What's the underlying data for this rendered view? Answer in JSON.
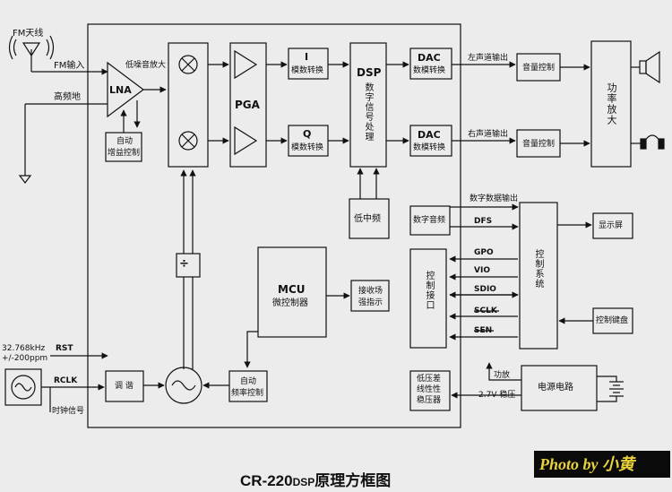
{
  "colors": {
    "background": "#ececec",
    "line": "#111111",
    "watermark_bg": "#0a0a0a",
    "watermark_fg": "#e8d23c"
  },
  "icons": [
    "antenna-icon",
    "crystal-oscillator-icon",
    "mixer-icon",
    "amplifier-triangle-icon",
    "vco-icon",
    "divider-icon",
    "speaker-icon",
    "headphone-icon",
    "battery-icon"
  ],
  "labels": {
    "fm_antenna": "FM天线",
    "fm_input": "FM输入",
    "rf_ground": "高频地",
    "lna_text": "低噪音放大",
    "lna": "LNA",
    "agc_line1": "自动",
    "agc_line2": "增益控制",
    "pga": "PGA",
    "i_label": "I",
    "i_adc": "模数转换",
    "q_label": "Q",
    "q_adc": "模数转换",
    "dsp": "DSP",
    "dsp_sub": "数字信号处理",
    "dac_left": "DAC",
    "dac_left_sub": "数模转换",
    "dac_right": "DAC",
    "dac_right_sub": "数模转换",
    "left_out": "左声道输出",
    "right_out": "右声道输出",
    "vol_left": "音量控制",
    "vol_right": "音量控制",
    "power_amp": "功率放大",
    "low_if": "低中频",
    "digital_audio": "数字音频",
    "digital_data_out": "数字数据输出",
    "dfs": "DFS",
    "gpo": "GPO",
    "vio": "VIO",
    "sdio": "SDIO",
    "sclk": "SCLK",
    "sen": "SEN",
    "ctrl_interface": "控制接口",
    "ctrl_system": "控制系统",
    "display": "显示屏",
    "keyboard": "控制键盘",
    "mcu": "MCU",
    "mcu_sub": "微控制器",
    "rssi_line1": "接收场",
    "rssi_line2": "强指示",
    "freq": "32.768kHz",
    "tol": "+/-200ppm",
    "rst": "RST",
    "rclk": "RCLK",
    "clock_signal": "时钟信号",
    "tune": "调  谐",
    "afc_line1": "自动",
    "afc_line2": "频率控制",
    "ldo_line1": "低压差",
    "ldo_line2": "线性性",
    "ldo_line3": "稳压器",
    "amp_power": "功放",
    "reg_27v": "2.7V 稳压",
    "power_circuit": "电源电路",
    "div_symbol": "÷",
    "title_main": "CR-220",
    "title_small": "DSP",
    "title_tail": "原理方框图",
    "photo_by": "Photo by  小黄"
  }
}
